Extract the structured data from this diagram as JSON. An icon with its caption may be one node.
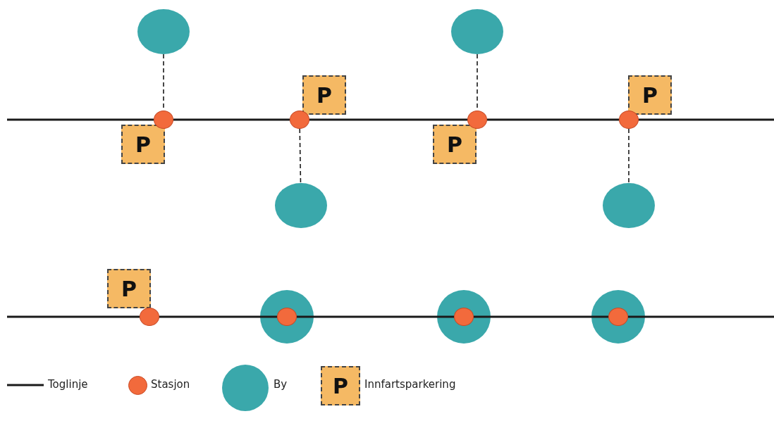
{
  "diagram": {
    "nodes": [
      {
        "text": [],
        "shape": "circle"
      },
      {
        "text": [],
        "shape": "circle"
      },
      {
        "text": [
          "P"
        ]
      },
      {
        "text": [
          "P"
        ]
      },
      {
        "text": [],
        "shape": "circle"
      },
      {
        "text": [],
        "shape": "circle"
      },
      {
        "text": [],
        "shape": "circle"
      },
      {
        "text": [],
        "shape": "circle"
      },
      {
        "text": [
          "P"
        ]
      },
      {
        "text": [
          "P"
        ]
      },
      {
        "text": [],
        "shape": "circle"
      },
      {
        "text": [],
        "shape": "circle"
      },
      {
        "text": [
          "P"
        ]
      },
      {
        "text": [],
        "shape": "circle"
      },
      {
        "text": [],
        "shape": "circle"
      },
      {
        "text": [],
        "shape": "circle",
        "in": 14
      },
      {
        "text": [],
        "shape": "circle"
      },
      {
        "text": [],
        "shape": "circle",
        "in": 16
      },
      {
        "text": [],
        "shape": "circle"
      },
      {
        "text": [],
        "shape": "circle",
        "in": 18
      },
      {
        "text": [
          "P"
        ]
      }
    ],
    "edges": [
      {
        "from": 0,
        "to": 1,
        "arrow": "none",
        "style": "dashed"
      },
      {
        "from": 4,
        "to": 5,
        "arrow": "none",
        "style": "dashed"
      },
      {
        "from": 6,
        "to": 7,
        "arrow": "none",
        "style": "dashed"
      },
      {
        "from": 10,
        "to": 11,
        "arrow": "none",
        "style": "dashed"
      },
      {
        "from": null,
        "to": 1,
        "arrow": "none"
      },
      {
        "from": 1,
        "to": 4,
        "arrow": "none"
      },
      {
        "from": 4,
        "to": 7,
        "arrow": "none"
      },
      {
        "from": 7,
        "to": 10,
        "arrow": "none"
      },
      {
        "from": 10,
        "to": null,
        "arrow": "none"
      },
      {
        "from": null,
        "to": 13,
        "arrow": "none"
      },
      {
        "from": 13,
        "to": 15,
        "arrow": "none"
      },
      {
        "from": 15,
        "to": 17,
        "arrow": "none"
      },
      {
        "from": 17,
        "to": 19,
        "arrow": "none"
      },
      {
        "from": 19,
        "to": null,
        "arrow": "none"
      }
    ],
    "legend": [
      {
        "text": "Toglinje"
      },
      {
        "text": "Stasjon",
        "color": "#f26a3c"
      },
      {
        "text": "By",
        "color": "#3aa8ab"
      },
      {
        "text": "Innfartsparkering"
      }
    ]
  }
}
